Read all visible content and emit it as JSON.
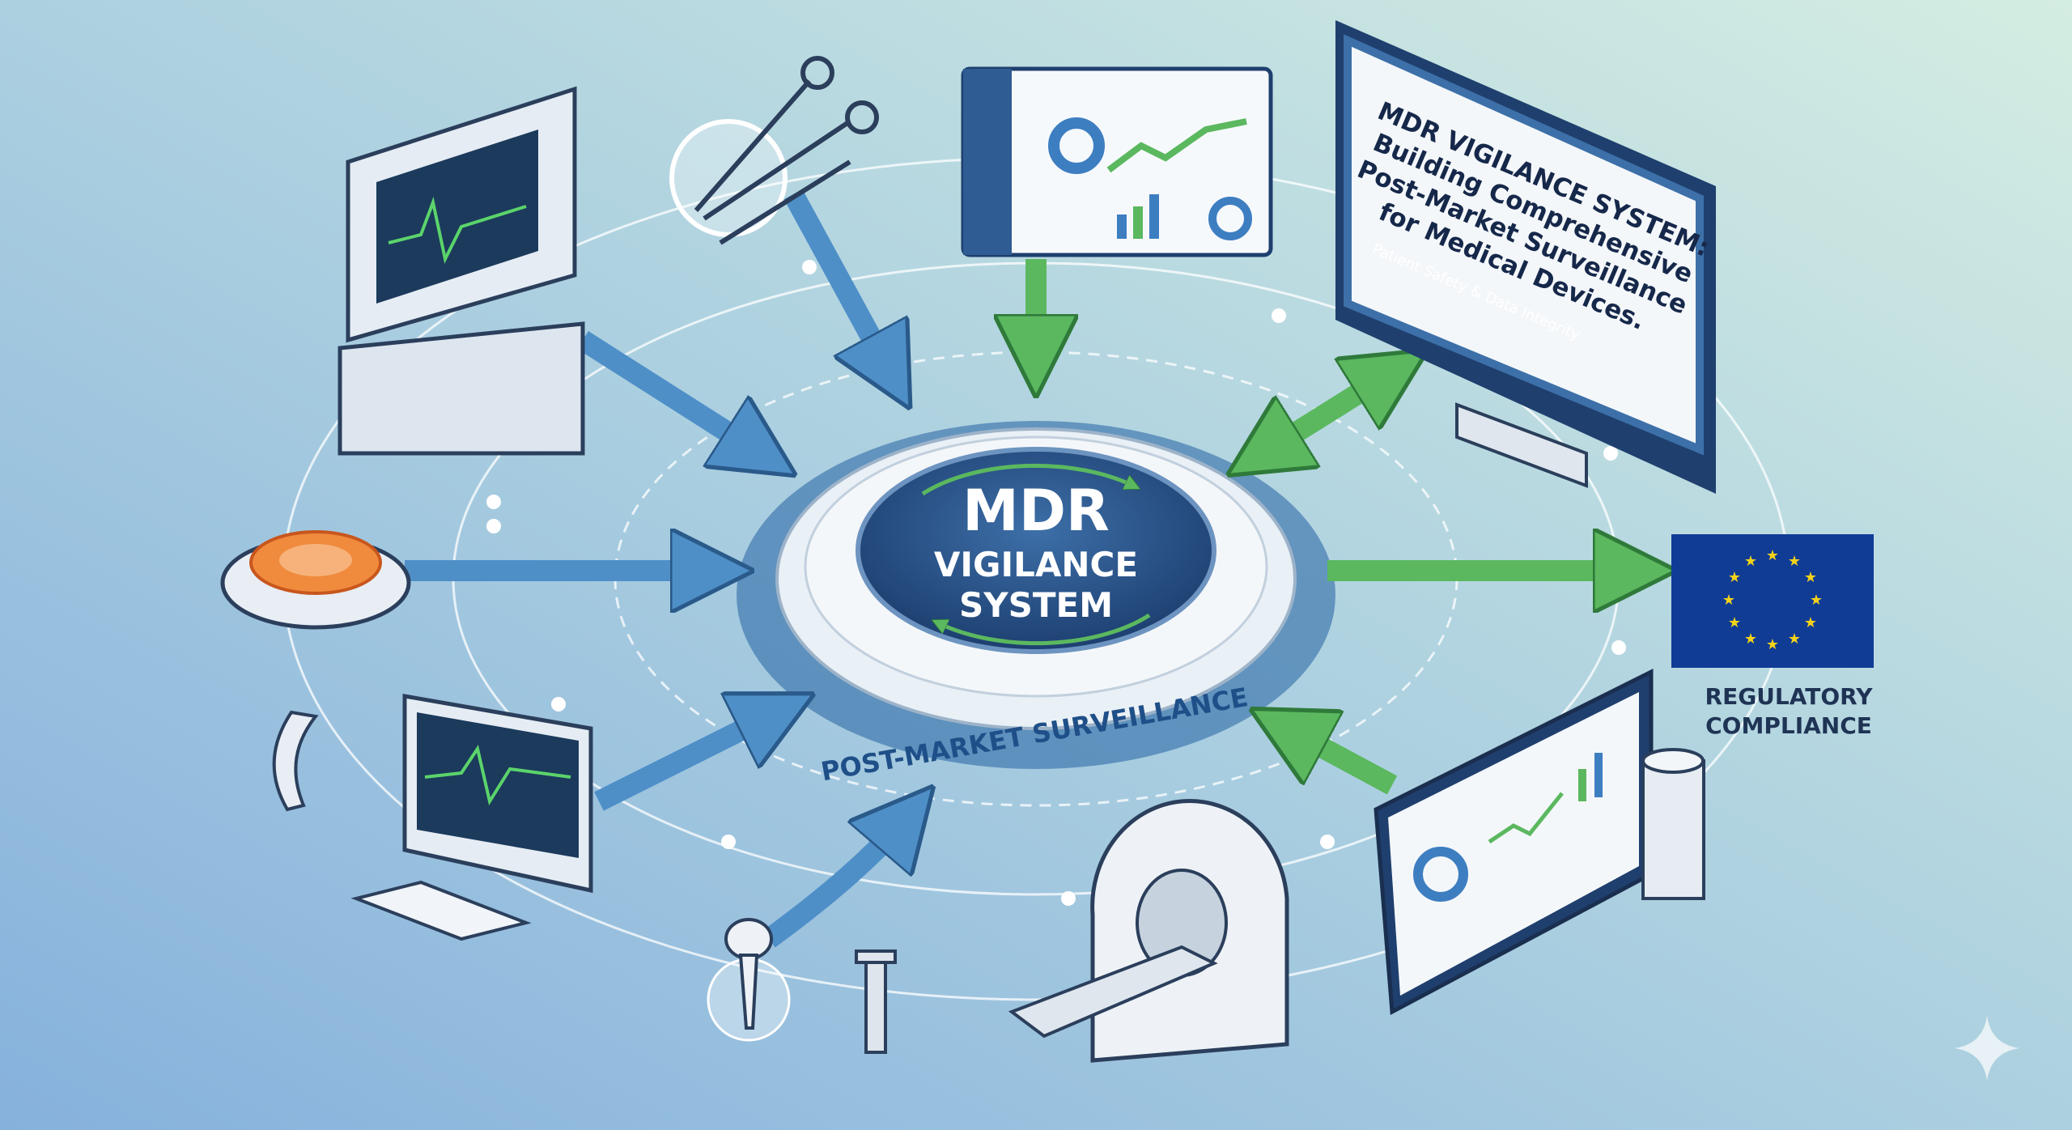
{
  "center": {
    "line1": "MDR",
    "line2": "VIGILANCE",
    "line3": "SYSTEM",
    "ring_label": "POST-MARKET SURVEILLANCE"
  },
  "monitor": {
    "title_lines": [
      "MDR VIGILANCE SYSTEM:",
      "Building Comprehensive",
      "Post-Market Surveillance",
      "for Medical Devices."
    ],
    "subtitle": "Patient Safety & Data Integrity"
  },
  "regulatory": {
    "line1": "REGULATORY",
    "line2": "COMPLIANCE"
  },
  "colors": {
    "blue_arrow": "#4f8fc8",
    "green_arrow": "#5bb85f",
    "navy": "#1f3f6e",
    "eu_blue": "#103c96",
    "eu_star": "#f5d21a",
    "bg_left": "#8eb7dd",
    "bg_right": "#cdeade"
  }
}
